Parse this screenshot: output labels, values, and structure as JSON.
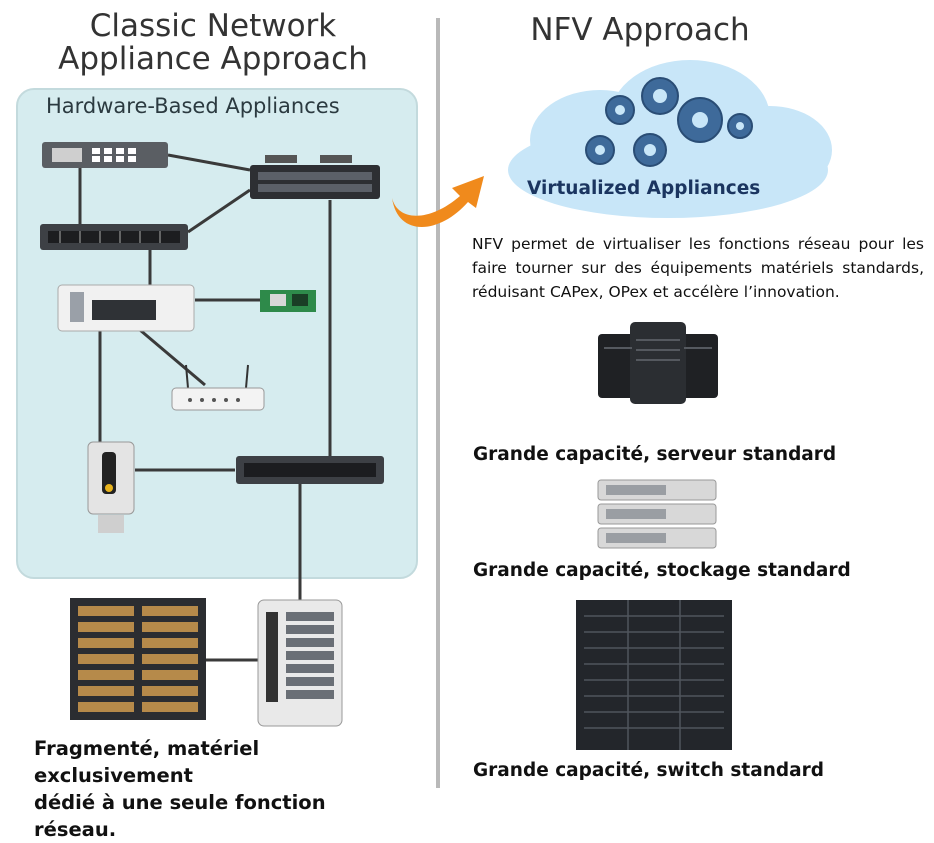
{
  "left": {
    "title_line1": "Classic Network",
    "title_line2": "Appliance Approach",
    "box_label": "Hardware-Based Appliances",
    "caption_line1": "Fragmenté, matériel exclusivement",
    "caption_line2": "dédié à une seule fonction réseau."
  },
  "right": {
    "title": "NFV Approach",
    "cloud_label": "Virtualized Appliances",
    "description": "NFV permet de virtualiser les fonctions réseau pour les faire tourner sur des équipements matériels standards, réduisant CAPex, OPex et accélère l’innovation.",
    "server_caption": "Grande capacité, serveur standard",
    "storage_caption": "Grande capacité, stockage standard",
    "switch_caption": "Grande capacité, switch standard"
  },
  "colors": {
    "box_fill": "#d6ecef",
    "cloud_fill": "#c8e6f8",
    "gear": "#3e6a9a",
    "arrow": "#f08a1c",
    "divider": "#b9b9b9"
  }
}
